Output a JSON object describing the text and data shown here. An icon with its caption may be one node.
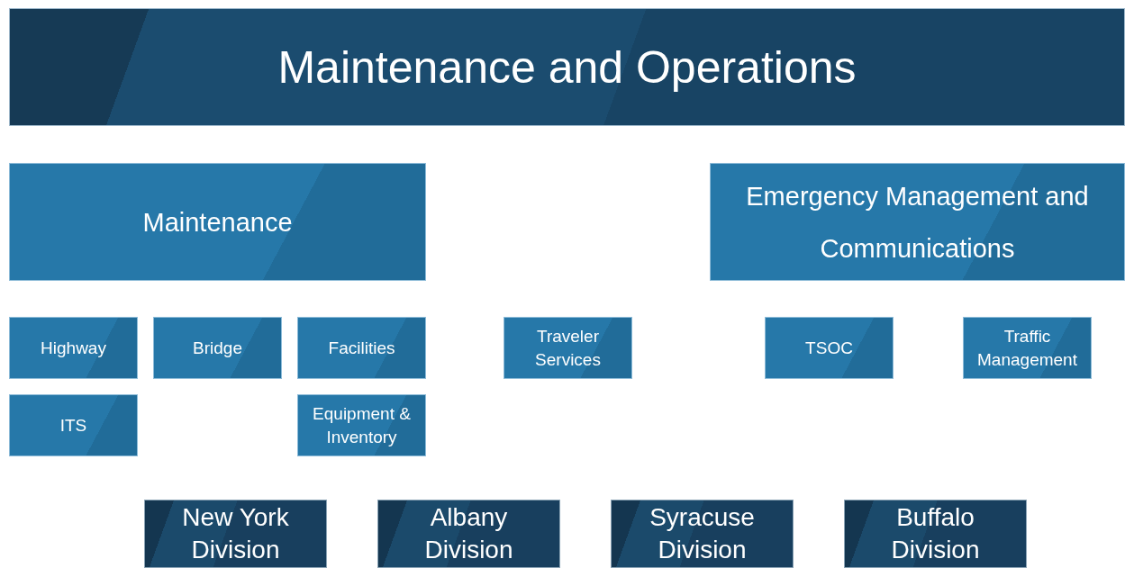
{
  "diagram": {
    "title": "Maintenance and Operations",
    "nodes": [
      {
        "text": [
          "Maintenance"
        ]
      },
      {
        "text": [
          "Emergency Management and Communications"
        ]
      },
      {
        "text": [
          "Highway"
        ]
      },
      {
        "text": [
          "Bridge"
        ]
      },
      {
        "text": [
          "Facilities"
        ]
      },
      {
        "text": [
          "Traveler Services"
        ]
      },
      {
        "text": [
          "TSOC"
        ]
      },
      {
        "text": [
          "Traffic Management"
        ]
      },
      {
        "text": [
          "ITS"
        ]
      },
      {
        "text": [
          "Equipment & Inventory"
        ]
      },
      {
        "text": [
          "New York Division"
        ]
      },
      {
        "text": [
          "Albany Division"
        ]
      },
      {
        "text": [
          "Syracuse Division"
        ]
      },
      {
        "text": [
          "Buffalo Division"
        ]
      }
    ]
  }
}
